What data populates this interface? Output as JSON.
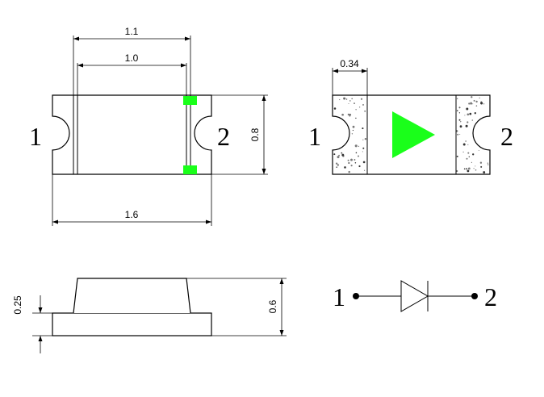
{
  "colors": {
    "led_green": "#1aff1a",
    "speckle": "#7a7a7a",
    "line": "#000000"
  },
  "top_view": {
    "dim_width_1_1": "1.1",
    "dim_width_1_0": "1.0",
    "dim_length": "1.6",
    "dim_height": "0.8",
    "pin_left": "1",
    "pin_right": "2"
  },
  "marking_view": {
    "dim_pad": "0.34",
    "pin_left": "1",
    "pin_right": "2",
    "polarity_icon": "green-triangle"
  },
  "side_view": {
    "dim_base": "0.25",
    "dim_total": "0.6"
  },
  "schematic": {
    "pin_left": "1",
    "pin_right": "2",
    "symbol": "diode-icon"
  }
}
